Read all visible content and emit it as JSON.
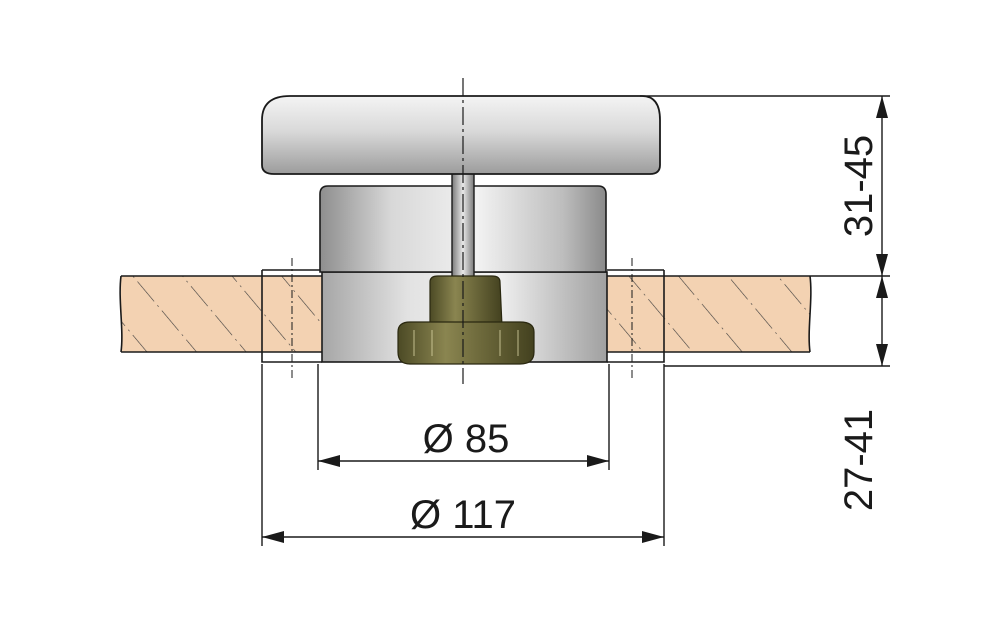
{
  "drawing": {
    "dimensions": {
      "inner_diameter": "Ø 85",
      "outer_diameter": "Ø 117",
      "height_above": "31-45",
      "height_below": "27-41"
    },
    "colors": {
      "wood_fill": "#f3d2b2",
      "hatch_stroke": "#3a3a3a",
      "steel_light": "#e6e6e6",
      "steel_dark": "#9a9a9a",
      "knob_olive": "#6e6a3c",
      "line": "#1a1a1a"
    }
  }
}
